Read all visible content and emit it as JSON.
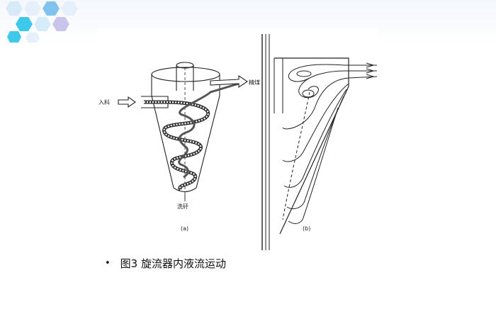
{
  "slide": {
    "bullet": "•",
    "caption": "图3 旋流器内液流运动"
  },
  "figure": {
    "label_feed": "入料",
    "label_concentrate": "精煤",
    "label_tailings": "洗矸",
    "panel_a": "(a)",
    "panel_b": "(b)"
  },
  "colors": {
    "hex_light": "#cfe6f7",
    "hex_cyan": "#3ec8ea",
    "hex_purple": "#c9c4ec",
    "hex_blue": "#7fc3ee"
  }
}
